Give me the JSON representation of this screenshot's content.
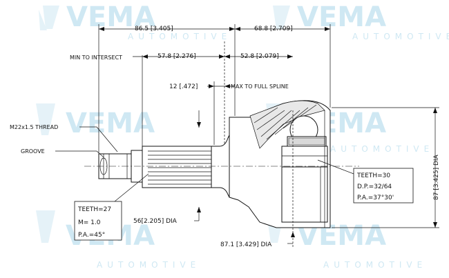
{
  "watermark": {
    "brand": "VEMA",
    "tagline": "AUTOMOTIVE"
  },
  "dimensions": {
    "overall_left": "86.5 [3.405]",
    "overall_right": "68.8 [2.709]",
    "min_to_intersect_label": "MIN TO INTERSECT",
    "intersect_left": "57.8 [2.276]",
    "intersect_right": "52.8 [2.079]",
    "spline_length": "12 [.472]",
    "max_to_full_spline": "MAX TO FULL SPLINE",
    "thread": "M22x1.5 THREAD",
    "groove": "GROOVE",
    "shaft_dia": "56[2.205] DIA",
    "cup_dia": "87.1 [3.429] DIA",
    "outer_dia": "87 [3.425] DIA"
  },
  "outer_spline_box": {
    "teeth": "TEETH=27",
    "module": "M= 1.0",
    "pressure_angle": "P.A.=45°"
  },
  "inner_spline_box": {
    "teeth": "TEETH=30",
    "diametral_pitch": "D.P.=32/64",
    "pressure_angle": "P.A.=37°30'"
  }
}
